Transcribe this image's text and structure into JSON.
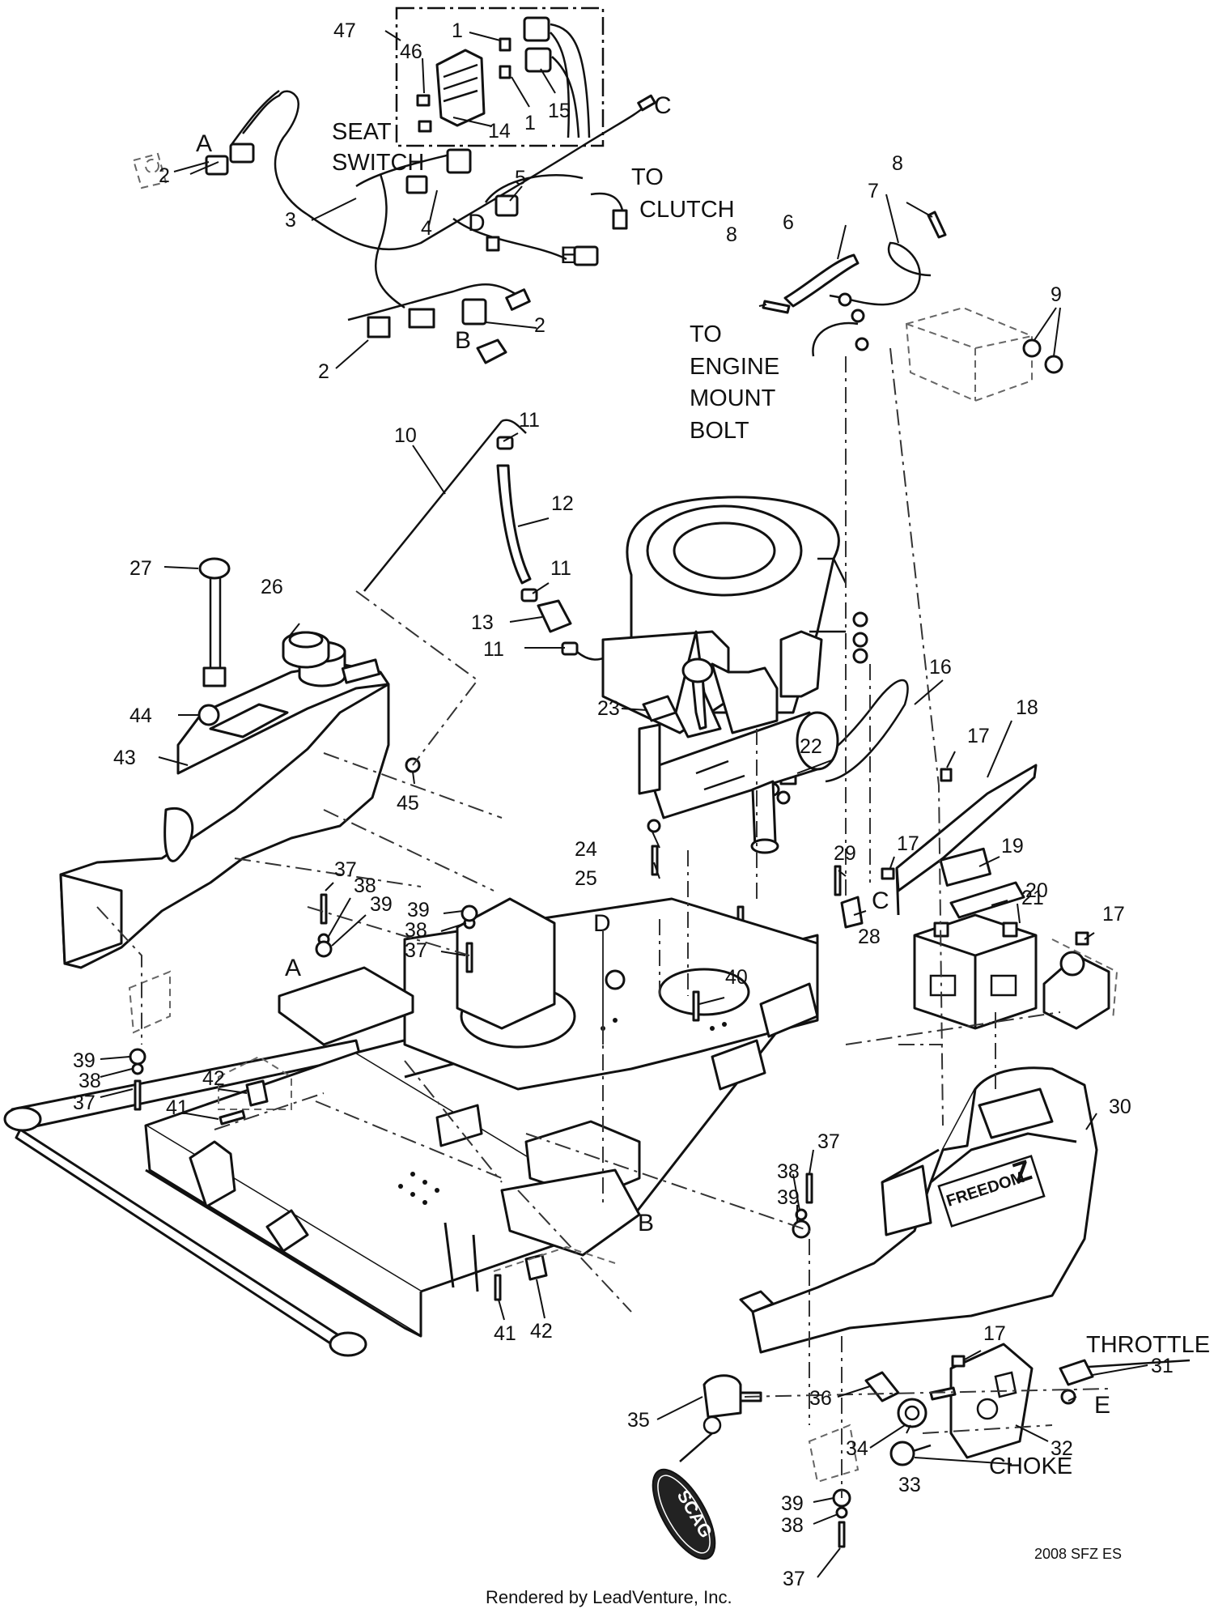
{
  "labels": {
    "seat_switch_1": "SEAT",
    "seat_switch_2": "SWITCH",
    "to_clutch_1": "TO",
    "to_clutch_2": "CLUTCH",
    "to_engine_1": "TO",
    "to_engine_2": "ENGINE",
    "to_engine_3": "MOUNT",
    "to_engine_4": "BOLT",
    "throttle": "THROTTLE",
    "choke": "CHOKE",
    "freedom_badge": "FREEDOM",
    "freedom_z": "Z",
    "scag_tag": "SCAG",
    "drawing_code": "2008 SFZ ES",
    "footer": "Rendered by LeadVenture, Inc."
  },
  "letters": {
    "A": "A",
    "B": "B",
    "C": "C",
    "D": "D",
    "E": "E"
  },
  "callouts": {
    "n1": "1",
    "n2": "2",
    "n3": "3",
    "n4": "4",
    "n5": "5",
    "n6": "6",
    "n7": "7",
    "n8": "8",
    "n9": "9",
    "n10": "10",
    "n11": "11",
    "n12": "12",
    "n13": "13",
    "n14": "14",
    "n15": "15",
    "n16": "16",
    "n17": "17",
    "n18": "18",
    "n19": "19",
    "n20": "20",
    "n21": "21",
    "n22": "22",
    "n23": "23",
    "n24": "24",
    "n25": "25",
    "n26": "26",
    "n27": "27",
    "n28": "28",
    "n29": "29",
    "n30": "30",
    "n31": "31",
    "n32": "32",
    "n33": "33",
    "n34": "34",
    "n35": "35",
    "n36": "36",
    "n37": "37",
    "n38": "38",
    "n39": "39",
    "n40": "40",
    "n41": "41",
    "n42": "42",
    "n43": "43",
    "n44": "44",
    "n45": "45",
    "n46": "46",
    "n47": "47"
  }
}
